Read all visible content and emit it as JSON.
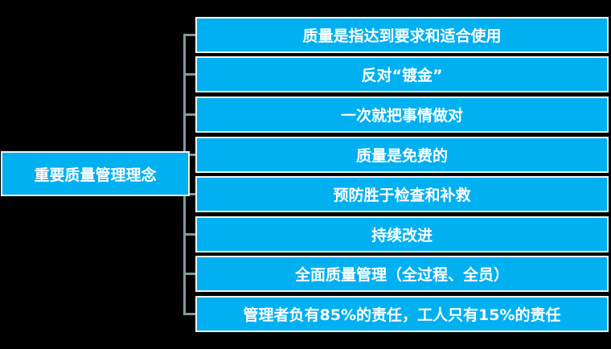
{
  "root": {
    "label": "重要质量管理理念"
  },
  "items": [
    {
      "label": "质量是指达到要求和适合使用"
    },
    {
      "label": "反对“镀金”"
    },
    {
      "label": "一次就把事情做对"
    },
    {
      "label": "质量是免费的"
    },
    {
      "label": "预防胜于检查和补救"
    },
    {
      "label": "持续改进"
    },
    {
      "label": "全面质量管理（全过程、全员）"
    },
    {
      "label": "管理者负有85%的责任，工人只有15%的责任"
    }
  ],
  "colors": {
    "box_fill": "#00b0f0",
    "box_border": "#f2f2f2",
    "connector": "#7f9a9e",
    "background": "#000000"
  }
}
